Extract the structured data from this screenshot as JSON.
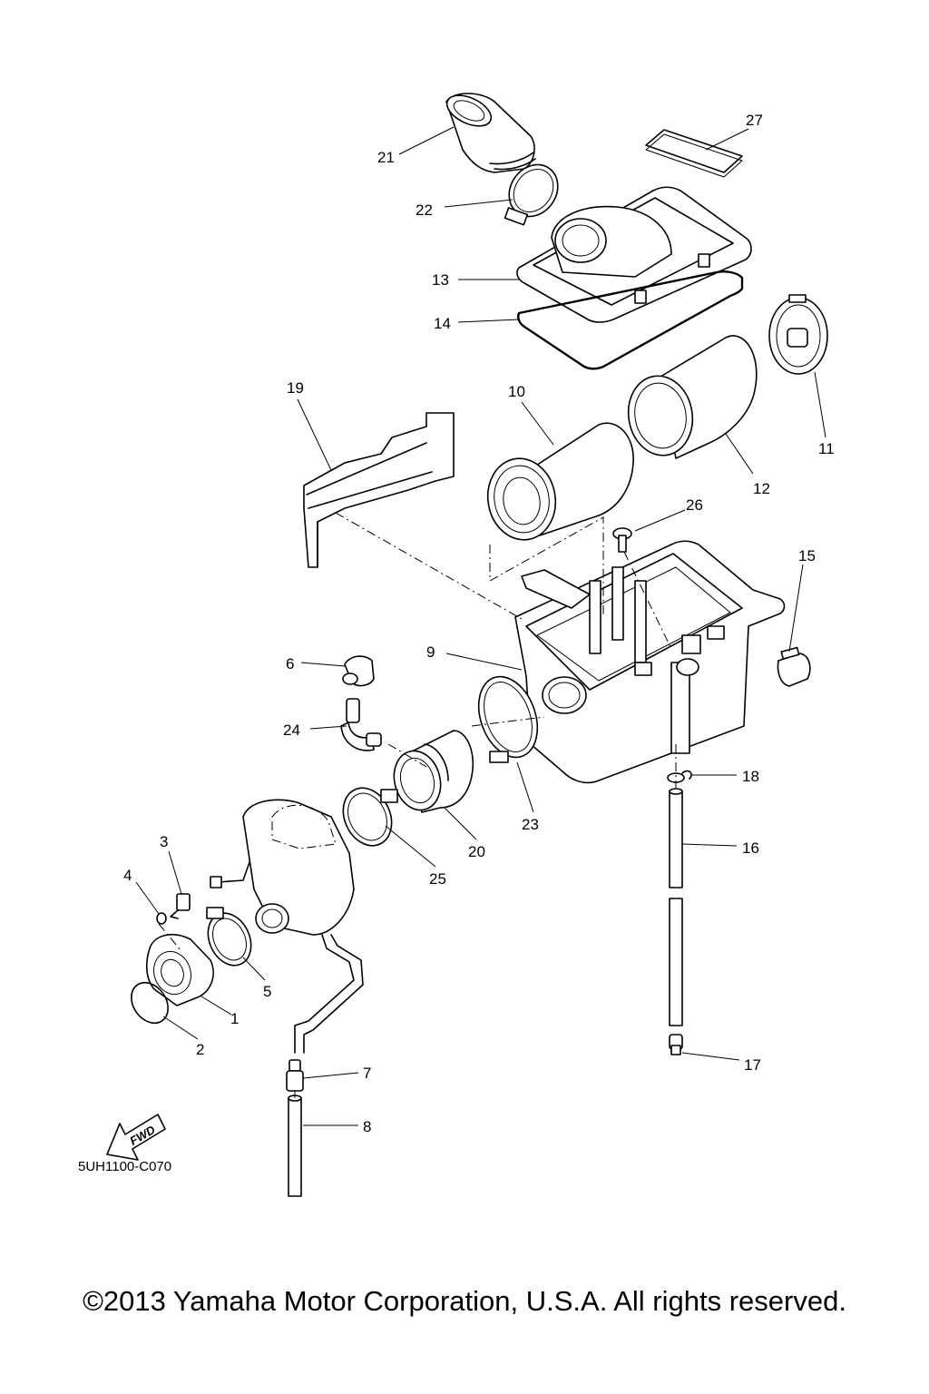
{
  "diagram": {
    "part_code": "5UH1100-C070",
    "fwd_label": "FWD",
    "copyright": "©2013 Yamaha Motor Corporation, U.S.A. All rights reserved.",
    "callouts": [
      "1",
      "2",
      "3",
      "4",
      "5",
      "6",
      "7",
      "8",
      "9",
      "10",
      "11",
      "12",
      "13",
      "14",
      "15",
      "16",
      "17",
      "18",
      "19",
      "20",
      "21",
      "22",
      "23",
      "24",
      "25",
      "26",
      "27"
    ]
  }
}
